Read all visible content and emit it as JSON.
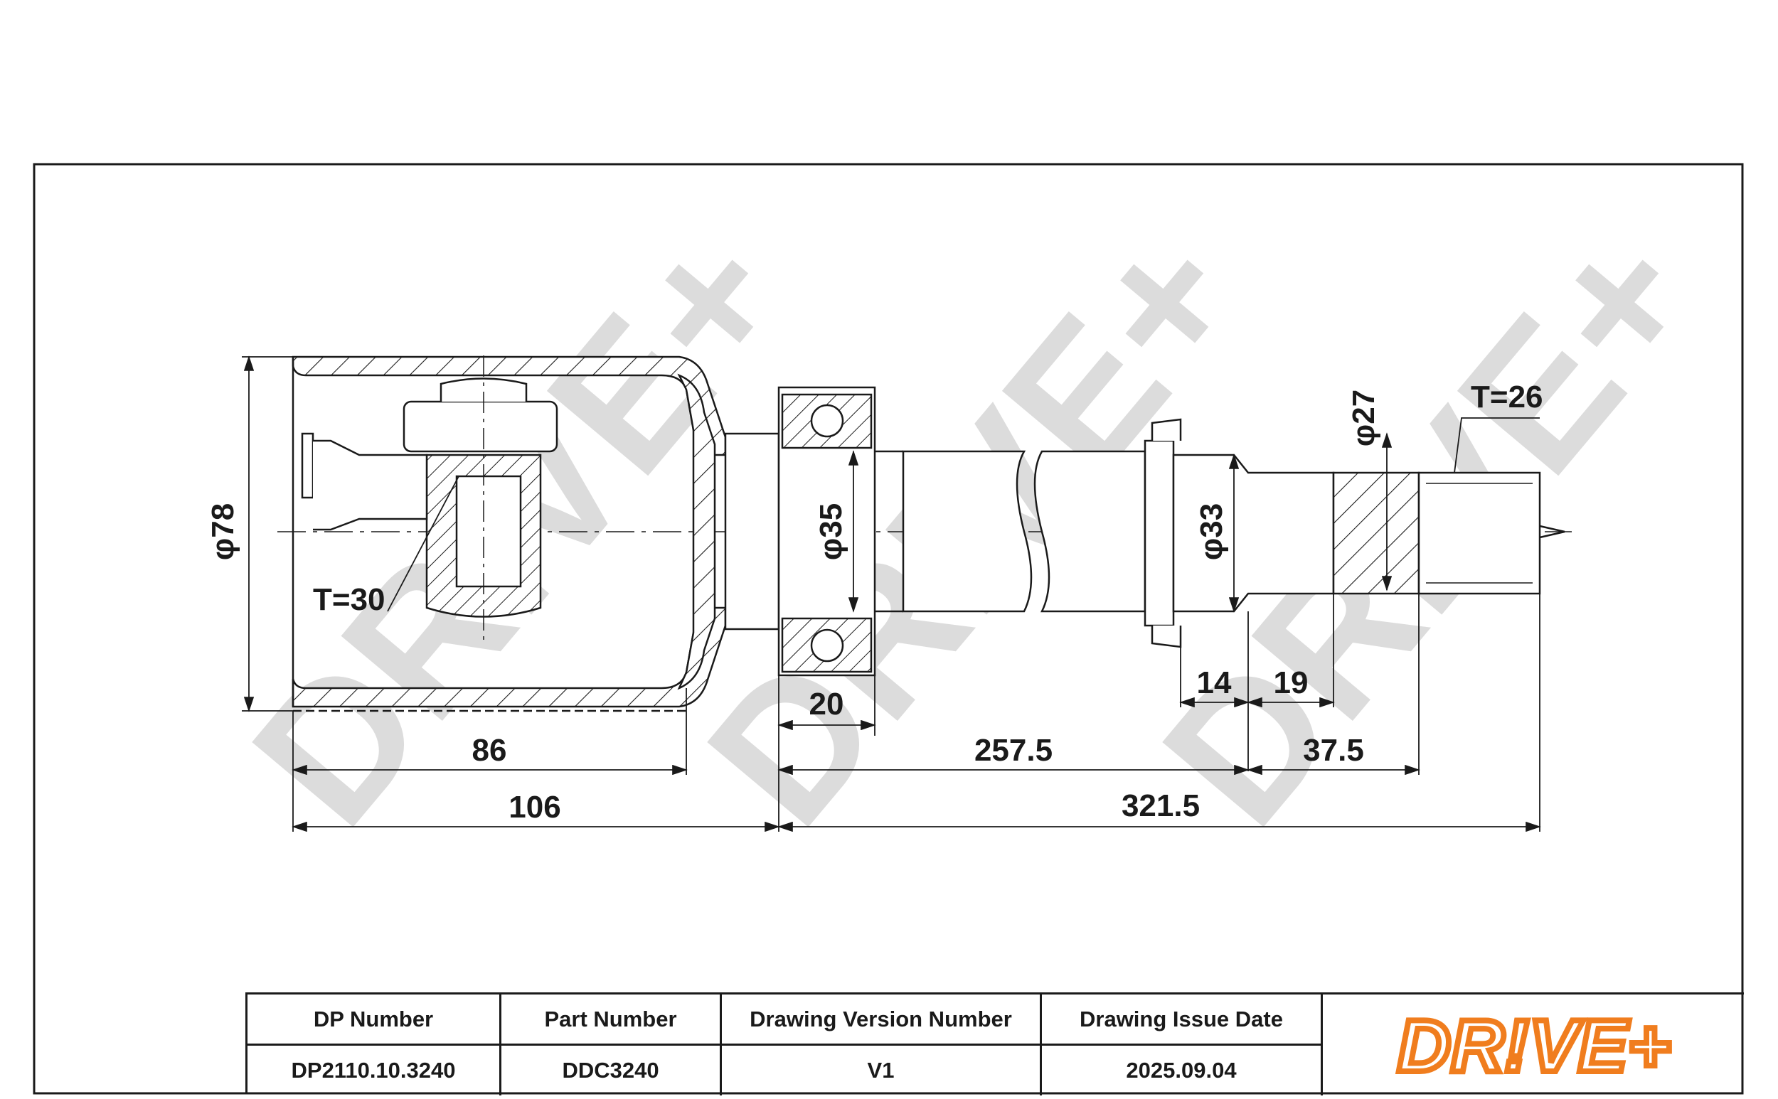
{
  "drawing": {
    "watermark_text": "DRIVE+",
    "dimensions": {
      "dia_outer": "φ78",
      "torque_tripod": "T=30",
      "dia_bearing": "φ35",
      "dia_shaft": "φ33",
      "dia_spline": "φ27",
      "torque_nut": "T=26",
      "len_bearing": "20",
      "len_14": "14",
      "len_19": "19",
      "len_86": "86",
      "len_257_5": "257.5",
      "len_37_5": "37.5",
      "len_106": "106",
      "len_321_5": "321.5"
    }
  },
  "title_block": {
    "headers": {
      "dp_number": "DP Number",
      "part_number": "Part Number",
      "version": "Drawing Version Number",
      "issue_date": "Drawing Issue Date"
    },
    "values": {
      "dp_number": "DP2110.10.3240",
      "part_number": "DDC3240",
      "version": "V1",
      "issue_date": "2025.09.04"
    },
    "logo_text": "DR!VE+",
    "logo_color": "#f07d1e"
  }
}
